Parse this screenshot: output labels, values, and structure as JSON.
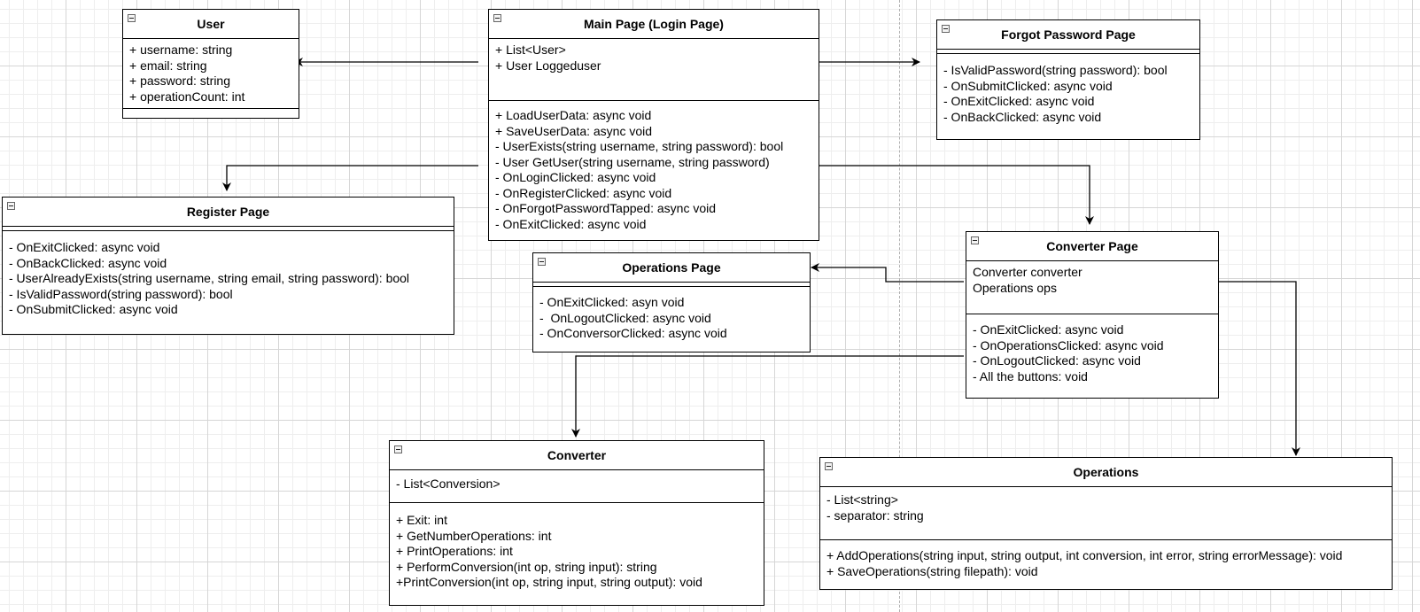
{
  "diagram": {
    "classes": [
      {
        "id": "user",
        "name": "User",
        "attributes": [
          "+ username: string",
          "+ email: string",
          "+ password: string",
          "+ operationCount: int"
        ],
        "operations": []
      },
      {
        "id": "main-page",
        "name": "Main Page (Login Page)",
        "attributes": [
          "+ List<User>",
          "+ User Loggeduser"
        ],
        "operations": [
          "+ LoadUserData: async void",
          "+ SaveUserData: async void",
          "- UserExists(string username, string password): bool",
          "- User GetUser(string username, string password)",
          "- OnLoginClicked: async void",
          "- OnRegisterClicked: async void",
          "- OnForgotPasswordTapped: async void",
          "- OnExitClicked: async void"
        ]
      },
      {
        "id": "forgot-password-page",
        "name": "Forgot Password Page",
        "attributes": [],
        "operations": [
          "- IsValidPassword(string password): bool",
          "- OnSubmitClicked: async void",
          "- OnExitClicked: async void",
          "- OnBackClicked: async void"
        ]
      },
      {
        "id": "register-page",
        "name": "Register Page",
        "attributes": [],
        "operations": [
          "- OnExitClicked: async void",
          "- OnBackClicked: async void",
          "- UserAlreadyExists(string username, string email, string password): bool",
          "- IsValidPassword(string password): bool",
          "- OnSubmitClicked: async void"
        ]
      },
      {
        "id": "operations-page",
        "name": "Operations Page",
        "attributes": [],
        "operations": [
          "- OnExitClicked: asyn void",
          "-  OnLogoutClicked: async void",
          "- OnConversorClicked: async void"
        ]
      },
      {
        "id": "converter-page",
        "name": "Converter Page",
        "attributes": [
          "Converter converter",
          "Operations ops"
        ],
        "operations": [
          "- OnExitClicked: async void",
          "- OnOperationsClicked: async void",
          "- OnLogoutClicked: async void",
          "- All the buttons: void"
        ]
      },
      {
        "id": "converter",
        "name": "Converter",
        "attributes": [
          "- List<Conversion>"
        ],
        "operations": [
          "+ Exit: int",
          "+ GetNumberOperations: int",
          "+ PrintOperations: int",
          "+ PerformConversion(int op, string input): string",
          "+PrintConversion(int op, string input, string output): void"
        ]
      },
      {
        "id": "operations",
        "name": "Operations",
        "attributes": [
          "- List<string>",
          "- separator: string"
        ],
        "operations": [
          "+ AddOperations(string input, string output, int conversion, int error, string errorMessage): void",
          "+ SaveOperations(string filepath): void"
        ]
      }
    ],
    "connections": [
      {
        "from": "main-page",
        "to": "user"
      },
      {
        "from": "main-page",
        "to": "forgot-password-page"
      },
      {
        "from": "main-page",
        "to": "register-page"
      },
      {
        "from": "main-page",
        "to": "converter-page"
      },
      {
        "from": "converter-page",
        "to": "operations-page"
      },
      {
        "from": "converter-page",
        "to": "converter"
      },
      {
        "from": "converter-page",
        "to": "operations"
      }
    ]
  }
}
